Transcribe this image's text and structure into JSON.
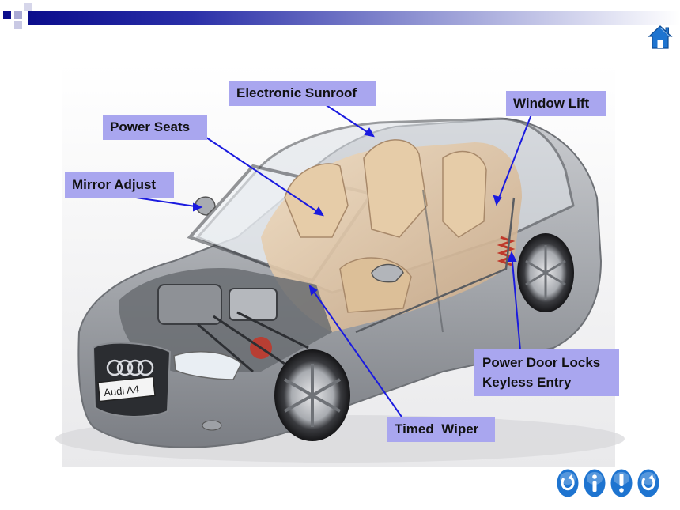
{
  "slide": {
    "labels": {
      "electronic_sunroof": "Electronic Sunroof",
      "window_lift": "Window Lift",
      "power_seats": "Power Seats",
      "mirror_adjust": "Mirror Adjust",
      "power_door_locks": "Power Door Locks",
      "keyless_entry": "Keyless Entry",
      "timed_wiper": "Timed  Wiper"
    },
    "license_plate": "Audi A4"
  },
  "colors": {
    "label_background": "#a9a6ef",
    "pointer_line": "#1a1adf",
    "title_bar": "#0b0d8c",
    "nav_button": "#1e74d0"
  },
  "icons": {
    "home": "home-icon",
    "nav": [
      "replay-icon",
      "info-icon",
      "exclamation-icon",
      "replay-icon"
    ]
  }
}
